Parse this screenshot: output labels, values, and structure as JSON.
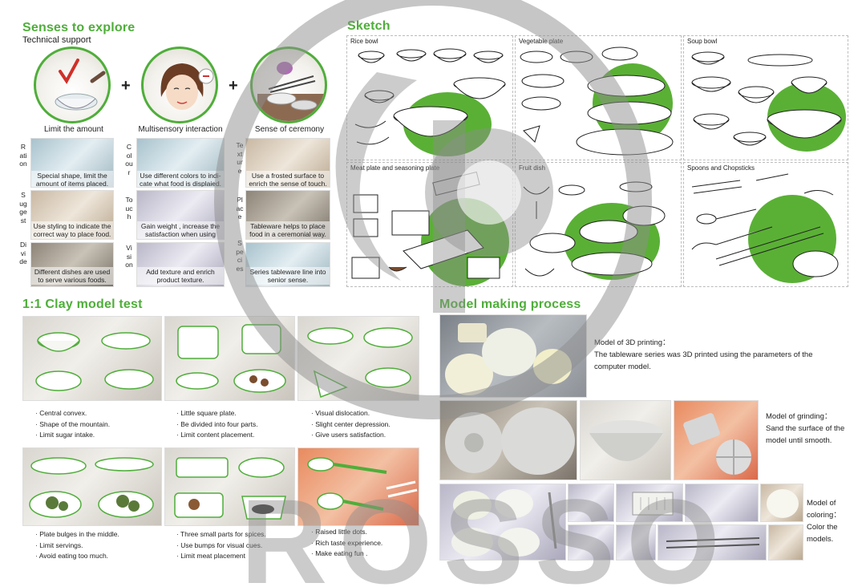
{
  "senses": {
    "title_dark": "Senses",
    "title_green": "to explore",
    "subtitle": "Technical support",
    "circles": [
      {
        "caption": "Limit the amount",
        "icon": "check-icon"
      },
      {
        "caption": "Multisensory interaction",
        "icon": "face-icon"
      },
      {
        "caption": "Sense of ceremony",
        "icon": "table-setting-icon"
      }
    ],
    "plus": "+",
    "grid": [
      {
        "word": "Ration",
        "text": "Special shape, limit the amount of items placed."
      },
      {
        "word": "Colour",
        "text": "Use different colors to indi-cate what food is displaied."
      },
      {
        "word": "Texture",
        "text": "Use a frosted surface to enrich the sense of touch."
      },
      {
        "word": "Suggest",
        "text": "Use styling to indicate the correct way to place food."
      },
      {
        "word": "Touch",
        "text": "Gain weight , increase the satisfaction when using"
      },
      {
        "word": "Place",
        "text": "Tableware helps to place food in a ceremonial way."
      },
      {
        "word": "Divide",
        "text": "Different dishes are used to serve various foods."
      },
      {
        "word": "Vision",
        "text": "Add texture and enrich product texture."
      },
      {
        "word": "Species",
        "text": "Series tableware line into senior sense."
      }
    ]
  },
  "sketch": {
    "title_dark": "Sk",
    "title_green": "etch",
    "panels": [
      {
        "label": "Rice bowl"
      },
      {
        "label": "Vegetable plate"
      },
      {
        "label": "Soup bowl"
      },
      {
        "label": "Meat plate and seasoning plate"
      },
      {
        "label": "Fruit dish"
      },
      {
        "label": "Spoons and Chopsticks"
      }
    ]
  },
  "clay": {
    "title_dark": "1:1 Clay",
    "title_green": "model test",
    "notes": [
      "· Central convex.\n· Shape of the mountain.\n· Limit sugar intake.",
      "· Little square plate.\n· Be divided into four parts.\n· Limit content placement.",
      "· Visual dislocation.\n· Slight center depression.\n· Give users satisfaction.",
      "· Plate bulges in the middle.\n· Limit servings.\n· Avoid eating too much.",
      "· Three small parts for spices.\n· Use bumps for visual cues.\n· Limit meat placement",
      "· Raised little dots.\n· Rich taste experience.\n· Make eating fun ."
    ]
  },
  "process": {
    "title_dark": "Model",
    "title_green": "making process",
    "steps": [
      {
        "title": "Model of 3D printing：",
        "text": "The tableware series was 3D printed using the parameters of the computer model."
      },
      {
        "title": "Model of grinding：",
        "text": "Sand the surface of the model until smooth."
      },
      {
        "title": "Model of coloring：",
        "text": "Color the models."
      }
    ]
  },
  "watermark": {
    "text": "ROSSO",
    "logo": "rosso-logo-icon"
  },
  "colors": {
    "accent": "#4fae3a",
    "text": "#222222",
    "watermark": "#9a9a9a"
  }
}
